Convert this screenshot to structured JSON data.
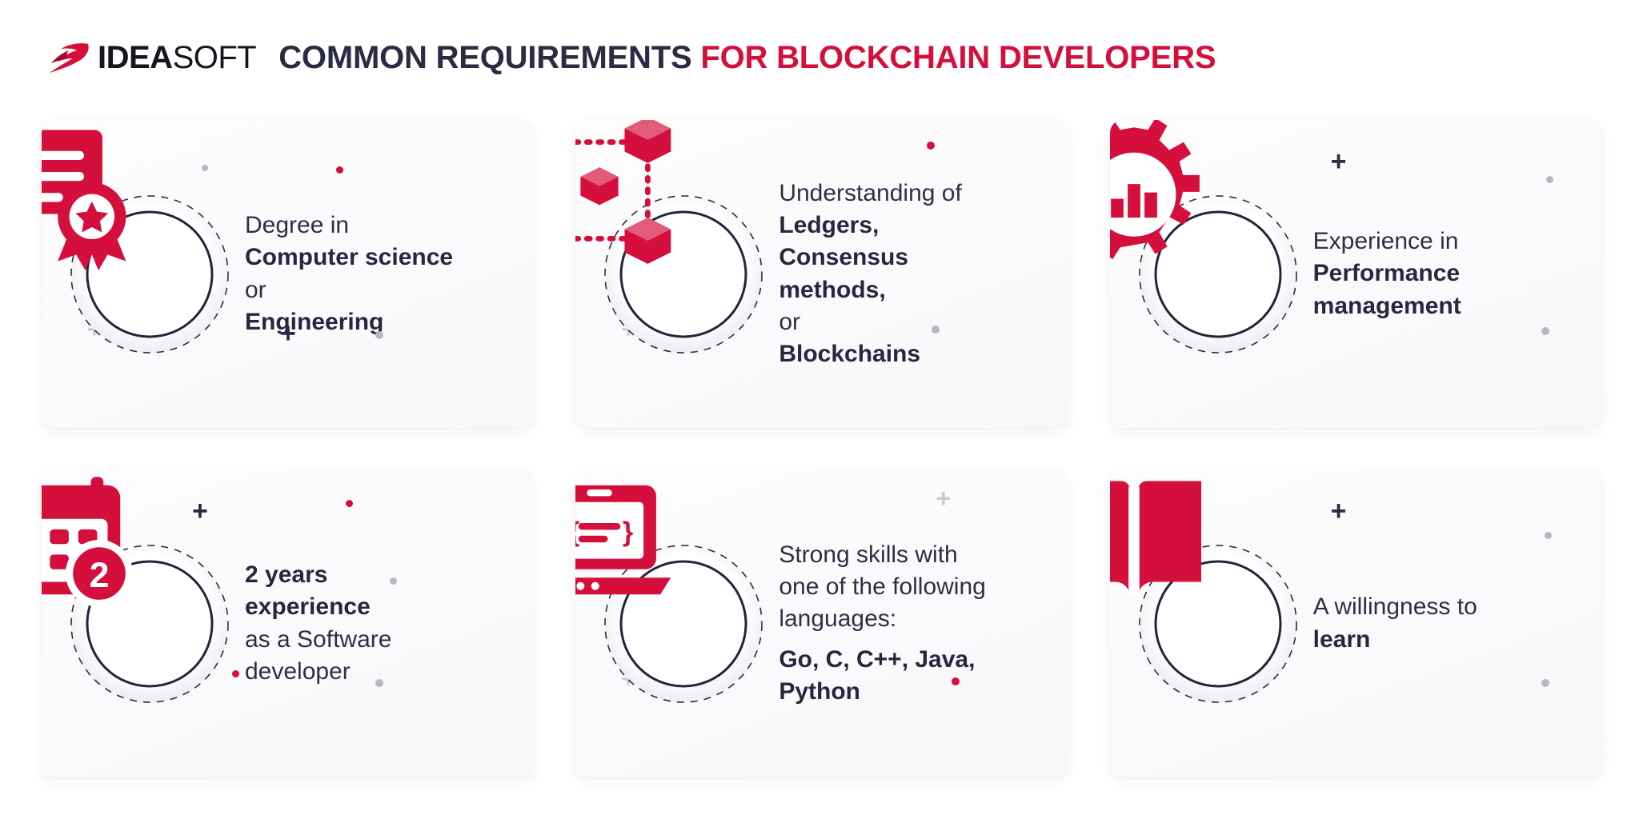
{
  "header": {
    "logo_icon": "ideasoft-swoosh-icon",
    "logo_bold": "IDEA",
    "logo_light": "SOFT",
    "title_dark": "COMMON REQUIREMENTS",
    "title_red": "FOR BLOCKCHAIN DEVELOPERS"
  },
  "colors": {
    "brand_red": "#d50f3c",
    "navy": "#2b2c44",
    "text": "#2e2f45",
    "card_bg": "#fafafc",
    "dot_gray": "#b7b7c8"
  },
  "cards": [
    {
      "icon": "certificate-award-icon",
      "lines": [
        {
          "text": "Degree in",
          "bold": false
        },
        {
          "text": "Computer science",
          "bold": true
        },
        {
          "text": "or",
          "bold": false
        },
        {
          "text": "Engineering",
          "bold": true
        }
      ]
    },
    {
      "icon": "blockchain-nodes-icon",
      "lines": [
        {
          "text": "Understanding of",
          "bold": false
        },
        {
          "text": "Ledgers,",
          "bold": true
        },
        {
          "text": "Consensus",
          "bold": true
        },
        {
          "text": "methods,",
          "bold": true
        },
        {
          "text": "or",
          "bold": false
        },
        {
          "text": "Blockchains",
          "bold": true
        }
      ]
    },
    {
      "icon": "gear-chart-icon",
      "lines": [
        {
          "text": "Experience in",
          "bold": false
        },
        {
          "text": "Performance",
          "bold": true
        },
        {
          "text": "management",
          "bold": true
        }
      ]
    },
    {
      "icon": "calendar-two-icon",
      "lines": [
        {
          "text": "2 years",
          "bold": true
        },
        {
          "text": "experience",
          "bold": true
        },
        {
          "text": "as a Software",
          "bold": false
        },
        {
          "text": "developer",
          "bold": false
        }
      ]
    },
    {
      "icon": "laptop-code-icon",
      "lines": [
        {
          "text": "Strong skills with",
          "bold": false
        },
        {
          "text": "one of the following",
          "bold": false
        },
        {
          "text": "languages:",
          "bold": false
        },
        {
          "text": "Go, C, C++, Java,",
          "bold": true
        },
        {
          "text": "Python",
          "bold": true
        }
      ]
    },
    {
      "icon": "open-book-icon",
      "lines": [
        {
          "text": "A willingness to",
          "bold": false
        },
        {
          "text": "learn",
          "bold": true
        }
      ]
    }
  ],
  "decorations": {
    "plus_glyph": "+"
  }
}
